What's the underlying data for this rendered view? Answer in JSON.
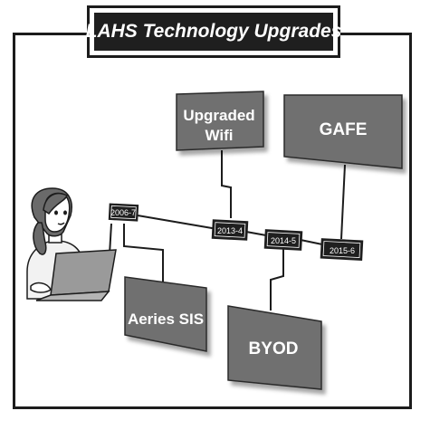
{
  "title": "LAHS Technology Upgrades",
  "timeline": {
    "dates": [
      "2006-7",
      "2013-4",
      "2014-5",
      "2015-6"
    ]
  },
  "milestones": [
    {
      "label_lines": [
        "Upgraded",
        "Wifi"
      ],
      "date": "2013-4"
    },
    {
      "label_lines": [
        "GAFE"
      ],
      "date": "2015-6"
    },
    {
      "label_lines": [
        "Aeries SIS"
      ],
      "date": "2006-7"
    },
    {
      "label_lines": [
        "BYOD"
      ],
      "date": "2014-5"
    }
  ],
  "colors": {
    "box": "#707070",
    "tag": "#1f1f1f",
    "frame": "#1c1c1c"
  },
  "illustration": "woman-with-laptop"
}
